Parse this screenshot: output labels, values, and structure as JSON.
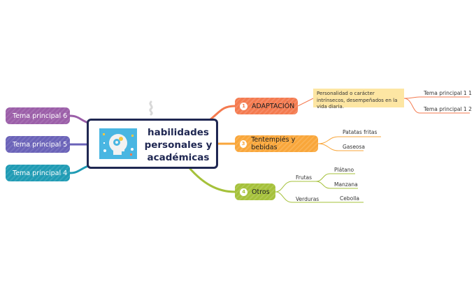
{
  "central_topic": {
    "lines": [
      "habilidades",
      "personales y",
      "académicas"
    ]
  },
  "main_topics": [
    {
      "number": "1",
      "label": "ADAPTACIÓN",
      "color": "#f47a4f",
      "note": "Personalidad o carácter intrínsecos, desempeñados en la vida diaria.",
      "subtopics": [
        {
          "label": "Tema principal 1 1"
        },
        {
          "label": "Tema principal 1 2"
        }
      ]
    },
    {
      "number": "3",
      "label": "Tentempiés y bebidas",
      "color": "#f9a63a",
      "subtopics": [
        {
          "label": "Patatas fritas"
        },
        {
          "label": "Gaseosa"
        }
      ]
    },
    {
      "number": "4",
      "label": "Otros",
      "color": "#a5c13a",
      "subtopics": [
        {
          "label": "Frutas",
          "children": [
            {
              "label": "Plátano"
            },
            {
              "label": "Manzana"
            }
          ]
        },
        {
          "label": "Verduras",
          "children": [
            {
              "label": "Cebolla"
            }
          ]
        }
      ]
    }
  ],
  "left_topics": [
    {
      "label": "Tema principal 6",
      "color": "#9b5ea8"
    },
    {
      "label": "Tema principal 5",
      "color": "#6a62b8"
    },
    {
      "label": "Tema principal 4",
      "color": "#1f9bb4"
    }
  ]
}
